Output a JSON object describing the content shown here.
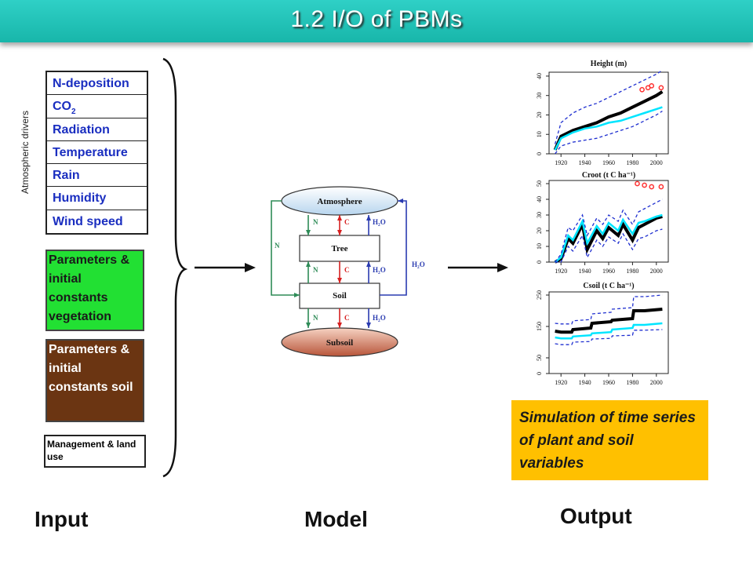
{
  "title": "1.2 I/O of PBMs",
  "input": {
    "drivers_label": "Atmospheric drivers",
    "drivers": [
      {
        "label": "N-deposition"
      },
      {
        "label": "CO",
        "sub": "2"
      },
      {
        "label": "Radiation"
      },
      {
        "label": "Temperature"
      },
      {
        "label": "Rain"
      },
      {
        "label": "Humidity"
      },
      {
        "label": "Wind speed"
      }
    ],
    "param_vegetation": "Parameters & initial constants vegetation",
    "param_soil": "Parameters & initial constants soil",
    "management": "Management & land use"
  },
  "model": {
    "atmosphere": "Atmosphere",
    "tree": "Tree",
    "soil": "Soil",
    "subsoil": "Subsoil",
    "flux_n": "N",
    "flux_c": "C",
    "flux_h2o": "H₂O"
  },
  "output": {
    "description": "Simulation of time series of plant and soil variables"
  },
  "labels": {
    "input": "Input",
    "model": "Model",
    "output": "Output"
  },
  "colors": {
    "title_bar": "#20c0b4",
    "driver_text": "#1a2ec0",
    "vegetation": "#22e033",
    "soil": "#6b3512",
    "sim_box": "#ffc000",
    "n_flux": "#2e8b57",
    "c_flux": "#d62020",
    "h2o_flux": "#2a3bb0"
  },
  "chart_data": [
    {
      "type": "line",
      "title": "Height (m)",
      "x_ticks": [
        1920,
        1940,
        1960,
        1980,
        2000
      ],
      "y_ticks": [
        0,
        10,
        20,
        30,
        40
      ],
      "xlim": [
        1910,
        2010
      ],
      "ylim": [
        0,
        42
      ],
      "x": [
        1915,
        1920,
        1930,
        1940,
        1950,
        1960,
        1970,
        1980,
        1990,
        2000,
        2005
      ],
      "series": [
        {
          "color": "#000000",
          "values": [
            2,
            9,
            12,
            14,
            16,
            19,
            21,
            24,
            27,
            30,
            32
          ]
        },
        {
          "color": "#00e5ff",
          "values": [
            2,
            8,
            11,
            13,
            14,
            16,
            17,
            19,
            21,
            23,
            24
          ]
        },
        {
          "color": "#1f2fd0",
          "dashed": true,
          "values": [
            5,
            16,
            21,
            24,
            26,
            29,
            32,
            35,
            38,
            41,
            43
          ]
        },
        {
          "color": "#1f2fd0",
          "dashed": true,
          "values": [
            0,
            4,
            6,
            7,
            8,
            10,
            12,
            14,
            17,
            20,
            22
          ]
        }
      ],
      "observations": {
        "color": "#ff3030",
        "x": [
          1988,
          1993,
          1996,
          2004
        ],
        "y": [
          33,
          34,
          35,
          34
        ]
      }
    },
    {
      "type": "line",
      "title": "Croot (t C ha⁻¹)",
      "x_ticks": [
        1920,
        1940,
        1960,
        1980,
        2000
      ],
      "y_ticks": [
        0,
        10,
        20,
        30,
        40,
        50
      ],
      "xlim": [
        1910,
        2010
      ],
      "ylim": [
        0,
        52
      ],
      "x": [
        1915,
        1920,
        1926,
        1930,
        1938,
        1942,
        1950,
        1955,
        1960,
        1968,
        1972,
        1980,
        1985,
        1990,
        2000,
        2005
      ],
      "series": [
        {
          "color": "#000000",
          "values": [
            0,
            2,
            15,
            12,
            24,
            8,
            20,
            15,
            22,
            17,
            24,
            14,
            22,
            24,
            28,
            29
          ]
        },
        {
          "color": "#00e5ff",
          "values": [
            0,
            3,
            17,
            14,
            26,
            12,
            23,
            18,
            25,
            20,
            27,
            18,
            25,
            26,
            29,
            30
          ]
        },
        {
          "color": "#1f2fd0",
          "dashed": true,
          "values": [
            0,
            5,
            22,
            20,
            30,
            17,
            28,
            24,
            30,
            26,
            33,
            24,
            32,
            34,
            38,
            40
          ]
        },
        {
          "color": "#1f2fd0",
          "dashed": true,
          "values": [
            0,
            0,
            10,
            7,
            17,
            3,
            14,
            10,
            16,
            12,
            18,
            8,
            15,
            16,
            20,
            21
          ]
        }
      ],
      "observations": {
        "color": "#ff3030",
        "x": [
          1984,
          1990,
          1996,
          2004
        ],
        "y": [
          50,
          49,
          48,
          48
        ]
      }
    },
    {
      "type": "line",
      "title": "Csoil (t C ha⁻¹)",
      "x_ticks": [
        1920,
        1940,
        1960,
        1980,
        2000
      ],
      "y_ticks": [
        0,
        50,
        150,
        250
      ],
      "xlim": [
        1910,
        2010
      ],
      "ylim": [
        0,
        260
      ],
      "x": [
        1915,
        1920,
        1929,
        1930,
        1945,
        1946,
        1962,
        1963,
        1980,
        1981,
        1990,
        2005
      ],
      "series": [
        {
          "color": "#000000",
          "values": [
            135,
            132,
            132,
            140,
            145,
            160,
            165,
            170,
            175,
            200,
            200,
            205
          ]
        },
        {
          "color": "#00e5ff",
          "values": [
            115,
            112,
            112,
            118,
            122,
            128,
            132,
            140,
            145,
            155,
            155,
            160
          ]
        },
        {
          "color": "#1f2fd0",
          "dashed": true,
          "values": [
            160,
            158,
            158,
            168,
            172,
            190,
            195,
            205,
            210,
            245,
            245,
            250
          ]
        },
        {
          "color": "#1f2fd0",
          "dashed": true,
          "values": [
            95,
            92,
            92,
            100,
            102,
            110,
            112,
            120,
            122,
            138,
            138,
            140
          ]
        }
      ]
    }
  ]
}
